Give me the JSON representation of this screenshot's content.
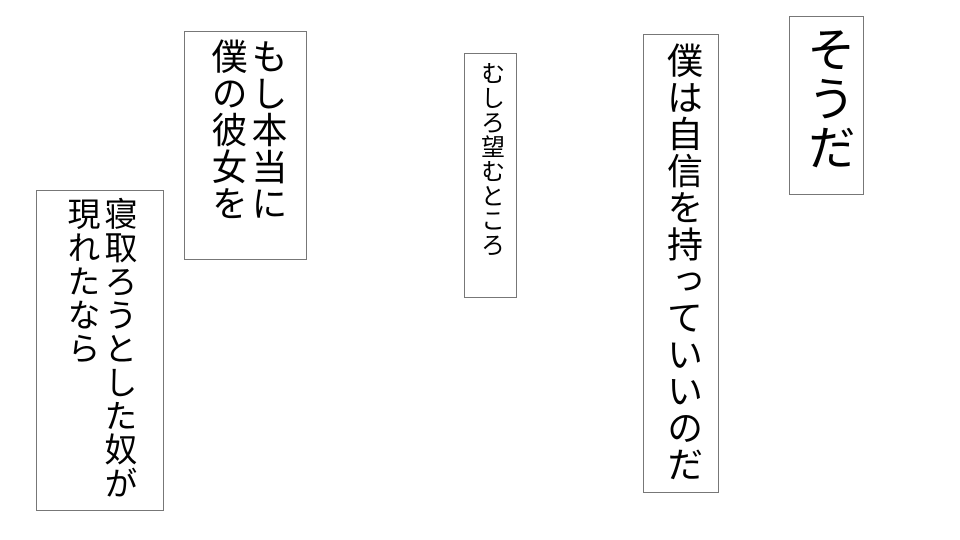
{
  "scene": {
    "kind": "manga-dialogue-panels",
    "background_color": "#ffffff",
    "border_color": "#777777",
    "text_color": "#000000",
    "writing_mode": "vertical-rl",
    "reading_order": "right-to-left"
  },
  "panels": [
    {
      "id": "panel-1",
      "columns": [
        {
          "text": "寝取ろうとした奴が"
        },
        {
          "text": "現れたなら"
        }
      ],
      "full_text": "寝取ろうとした奴が現れたなら"
    },
    {
      "id": "panel-2",
      "columns": [
        {
          "text": "もし本当に"
        },
        {
          "text": "僕の彼女を"
        }
      ],
      "full_text": "もし本当に僕の彼女を"
    },
    {
      "id": "panel-3",
      "columns": [
        {
          "text": "むしろ望むところ"
        }
      ],
      "full_text": "むしろ望むところ"
    },
    {
      "id": "panel-4",
      "columns": [
        {
          "text": "僕は自信を持っていいのだ"
        }
      ],
      "full_text": "僕は自信を持っていいのだ"
    },
    {
      "id": "panel-5",
      "columns": [
        {
          "text": "そうだ"
        }
      ],
      "full_text": "そうだ"
    }
  ]
}
